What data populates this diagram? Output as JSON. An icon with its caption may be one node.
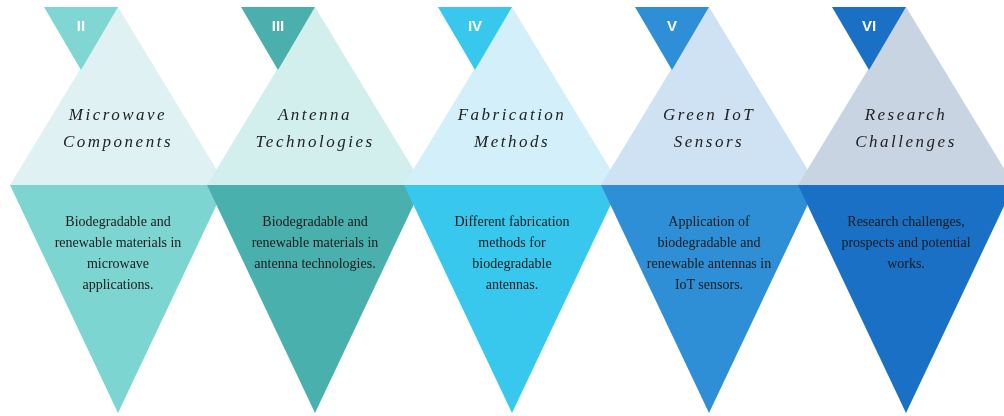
{
  "diagram": {
    "nodes": [
      {
        "text": [
          "II"
        ]
      },
      {
        "text": [
          "Microwave Components"
        ]
      },
      {
        "text": [
          "Biodegradable and renewable materials in microwave applications."
        ]
      },
      {
        "text": [
          "III"
        ]
      },
      {
        "text": [
          "Antenna Technologies"
        ]
      },
      {
        "text": [
          "Biodegradable and renewable materials in antenna technologies."
        ]
      },
      {
        "text": [
          "IV"
        ]
      },
      {
        "text": [
          "Fabrication Methods"
        ]
      },
      {
        "text": [
          "Different fabrication methods for biodegradable antennas."
        ]
      },
      {
        "text": [
          "V"
        ]
      },
      {
        "text": [
          "Green IoT Sensors"
        ]
      },
      {
        "text": [
          "Application of biodegradable and renewable antennas in IoT sensors."
        ]
      },
      {
        "text": [
          "VI"
        ]
      },
      {
        "text": [
          "Research Challenges"
        ]
      },
      {
        "text": [
          "Research challenges, prospects and potential works."
        ]
      }
    ]
  }
}
